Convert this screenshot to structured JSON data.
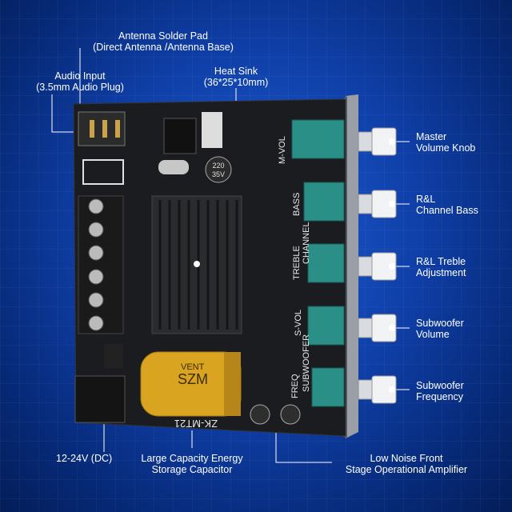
{
  "labels": {
    "antenna_line1": "Antenna Solder Pad",
    "antenna_line2": "(Direct Antenna /Antenna Base)",
    "audio_line1": "Audio Input",
    "audio_line2": "(3.5mm Audio Plug)",
    "heatsink_line1": "Heat Sink",
    "heatsink_line2": "(36*25*10mm)",
    "master_line1": "Master",
    "master_line2": "Volume Knob",
    "bass_line1": "R&L",
    "bass_line2": "Channel Bass",
    "treble_line1": "R&L Treble",
    "treble_line2": "Adjustment",
    "subvol_line1": "Subwoofer",
    "subvol_line2": "Volume",
    "subfreq_line1": "Subwoofer",
    "subfreq_line2": "Frequency",
    "power": "12-24V (DC)",
    "capacitor_line1": "Large Capacity Energy",
    "capacitor_line2": "Storage Capacitor",
    "opamp_line1": "Low Noise Front",
    "opamp_line2": "Stage Operational Amplifier"
  },
  "board_text": {
    "mvol": "M-VOL",
    "bass": "BASS",
    "treble": "TREBLE",
    "channel": "CHANNEL",
    "svol": "S-VOL",
    "subwoofer": "SUBWOOFER",
    "freq": "FREQ",
    "model": "ZK-MT21",
    "cap_brand": "SZM",
    "cap_vent": "VENT",
    "small_cap_1": "220",
    "small_cap_2": "35V"
  },
  "colors": {
    "background": "#0f3fa8",
    "board": "#1b1c1f",
    "pot": "#2a8f86",
    "capacitor": "#d9a521",
    "label_text": "#ffffff"
  }
}
